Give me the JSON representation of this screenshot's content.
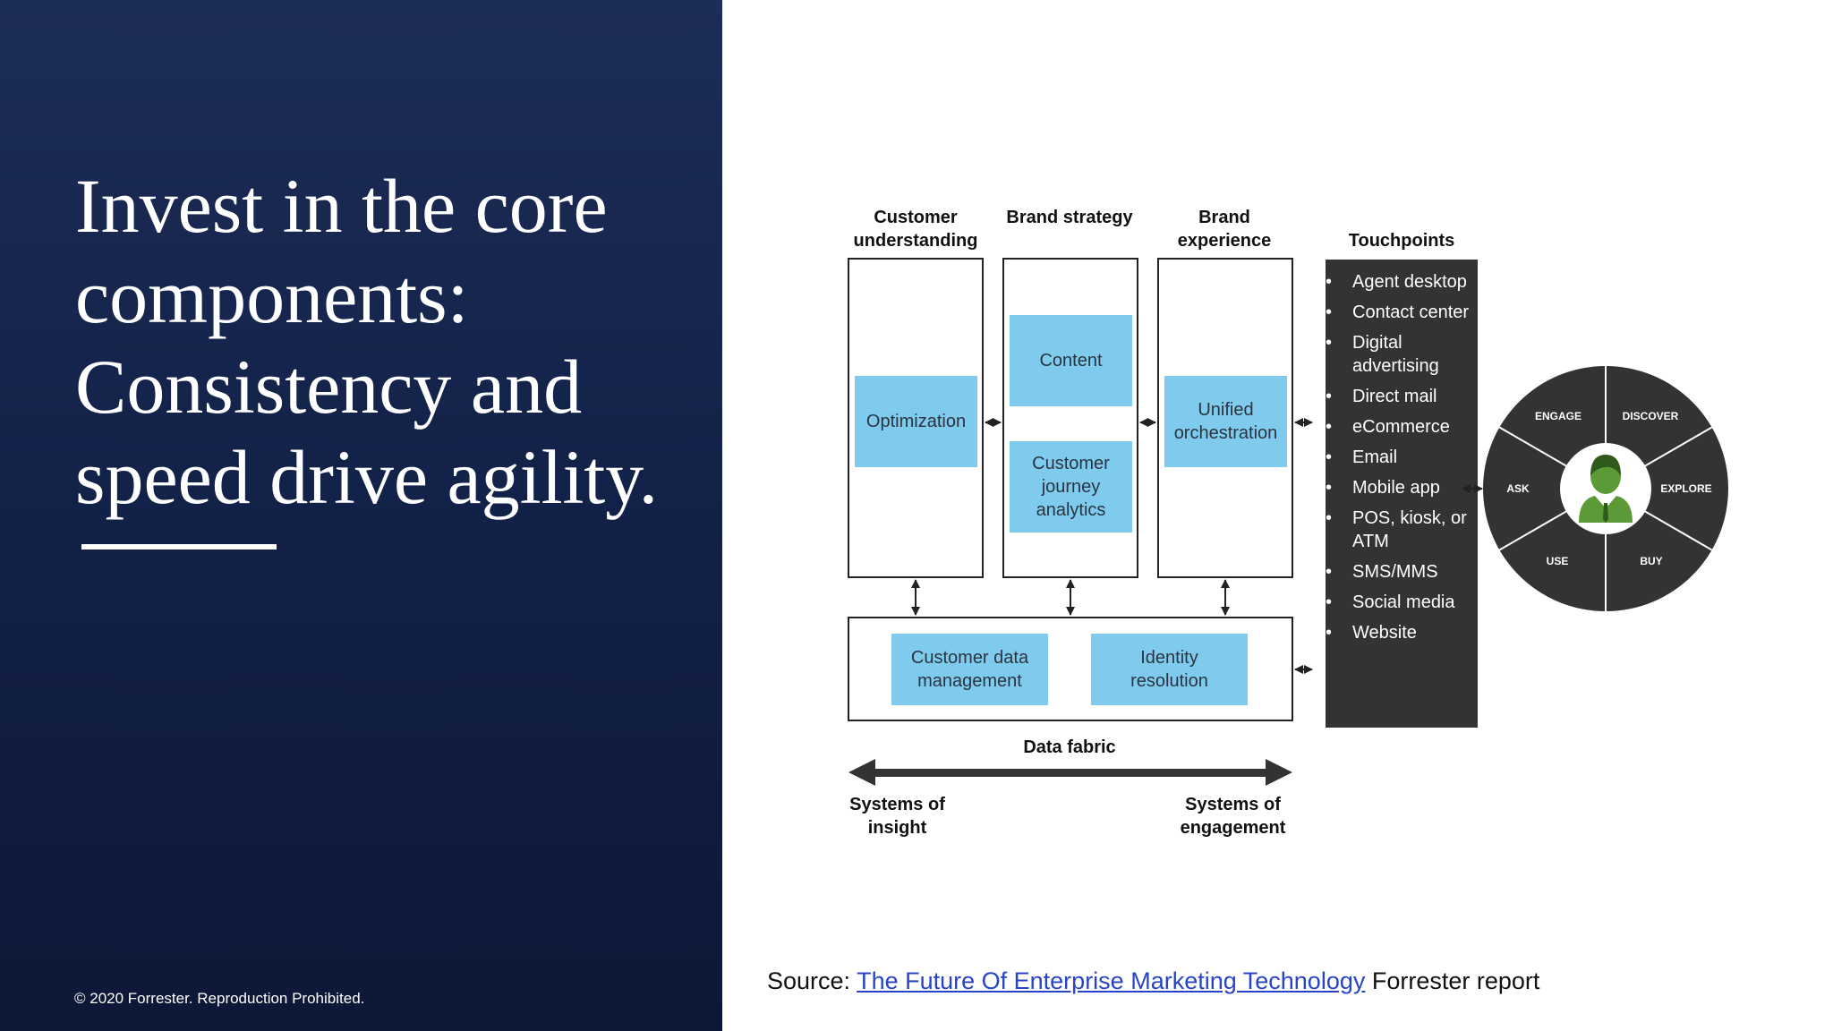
{
  "slide": {
    "title": "Invest in the core components: Consistency and speed drive agility.",
    "copyright": "© 2020 Forrester. Reproduction Prohibited.",
    "source_prefix": "Source: ",
    "source_link": "The Future Of Enterprise Marketing Technology",
    "source_suffix": " Forrester report"
  },
  "diagram": {
    "columns": [
      {
        "head": "Customer understanding"
      },
      {
        "head": "Brand strategy"
      },
      {
        "head": "Brand experience"
      },
      {
        "head": "Touchpoints"
      }
    ],
    "boxes": {
      "optimization": "Optimization",
      "content": "Content",
      "journey": "Customer journey analytics",
      "orchestration": "Unified orchestration",
      "cdm": "Customer data management",
      "identity": "Identity resolution"
    },
    "touchpoints": [
      "Agent desktop",
      "Contact center",
      "Digital advertising",
      "Direct mail",
      "eCommerce",
      "Email",
      "Mobile app",
      "POS, kiosk, or ATM",
      "SMS/MMS",
      "Social media",
      "Website"
    ],
    "fabric": {
      "label": "Data fabric",
      "left": "Systems of insight",
      "right": "Systems of engagement"
    },
    "wheel": [
      "ENGAGE",
      "DISCOVER",
      "EXPLORE",
      "BUY",
      "USE",
      "ASK"
    ],
    "colors": {
      "accent_box": "#7fcbee",
      "panel": "#333333",
      "wheel": "#333333",
      "person": "#5b9a36",
      "left_bg": "#142450"
    }
  }
}
